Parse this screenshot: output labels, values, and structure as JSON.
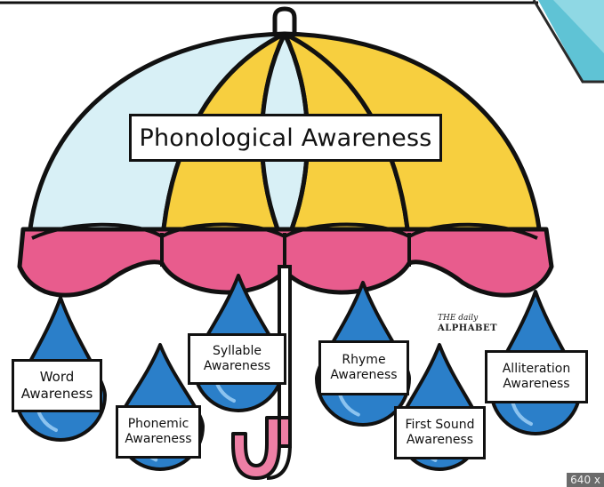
{
  "title": "Phonological Awareness",
  "colors": {
    "canopy_light": "#d8f0f6",
    "canopy_yellow": "#f7cf3f",
    "scallop_pink": "#e85c8d",
    "handle_pink": "#ee7fa5",
    "drop_blue": "#2b7fc9",
    "outline": "#111111",
    "corner_teal": "#5fc3d5"
  },
  "drops": [
    {
      "id": "word",
      "lines": [
        "Word",
        "Awareness"
      ]
    },
    {
      "id": "phonemic",
      "lines": [
        "Phonemic",
        "Awareness"
      ]
    },
    {
      "id": "syllable",
      "lines": [
        "Syllable",
        "Awareness"
      ]
    },
    {
      "id": "rhyme",
      "lines": [
        "Rhyme",
        "Awareness"
      ]
    },
    {
      "id": "first-sound",
      "lines": [
        "First Sound",
        "Awareness"
      ]
    },
    {
      "id": "alliteration",
      "lines": [
        "Alliteration",
        "Awareness"
      ]
    }
  ],
  "logo": {
    "line1": "THE daily",
    "line2": "ALPHABET"
  },
  "size_badge": "640 x"
}
